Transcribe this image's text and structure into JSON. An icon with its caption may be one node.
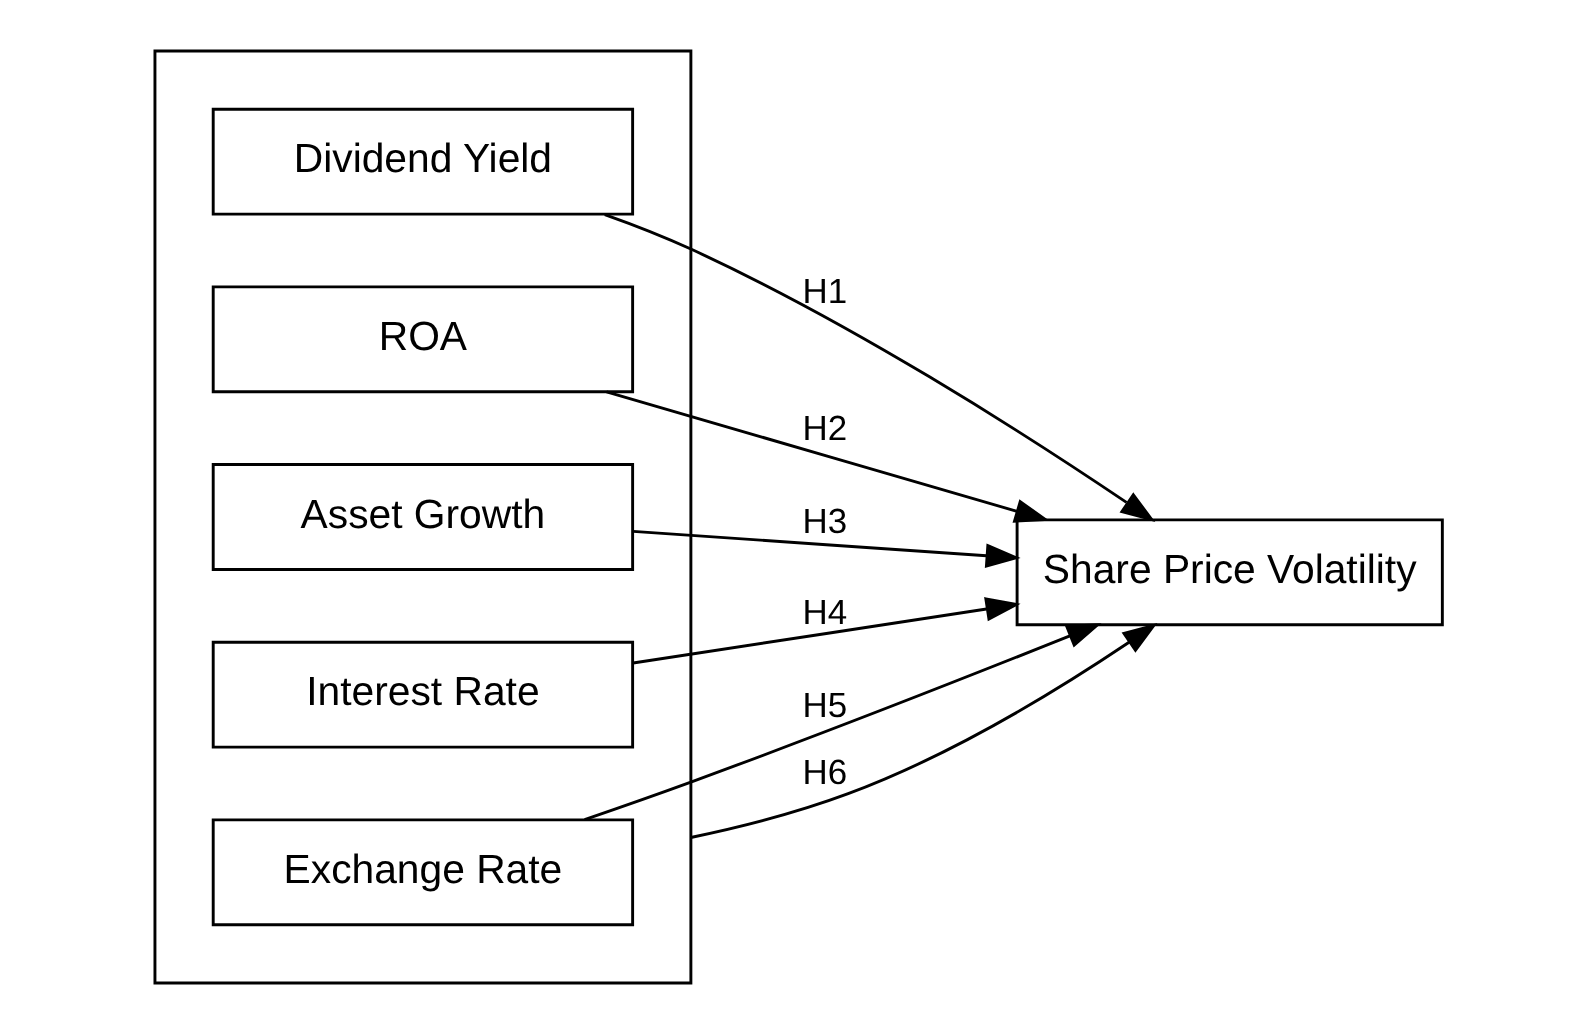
{
  "diagram": {
    "nodes": [
      {
        "text": [],
        "shape": "box"
      },
      {
        "text": [
          "Dividend Yield"
        ],
        "in": 0
      },
      {
        "text": [
          "ROA"
        ],
        "in": 0
      },
      {
        "text": [
          "Asset Growth"
        ],
        "in": 0
      },
      {
        "text": [
          "Interest Rate"
        ],
        "in": 0
      },
      {
        "text": [
          "Exchange Rate"
        ],
        "in": 0
      },
      {
        "text": [
          "Share Price Volatility"
        ]
      }
    ],
    "edges": [
      {
        "from": 1,
        "to": 6,
        "arrow": "to",
        "label": "H1"
      },
      {
        "from": 2,
        "to": 6,
        "arrow": "to",
        "label": "H2"
      },
      {
        "from": 3,
        "to": 6,
        "arrow": "to",
        "label": "H3"
      },
      {
        "from": 4,
        "to": 6,
        "arrow": "to",
        "label": "H4"
      },
      {
        "from": 5,
        "to": 6,
        "arrow": "to",
        "label": "H5"
      },
      {
        "from": 0,
        "to": 6,
        "arrow": "to",
        "label": "H6"
      }
    ]
  }
}
